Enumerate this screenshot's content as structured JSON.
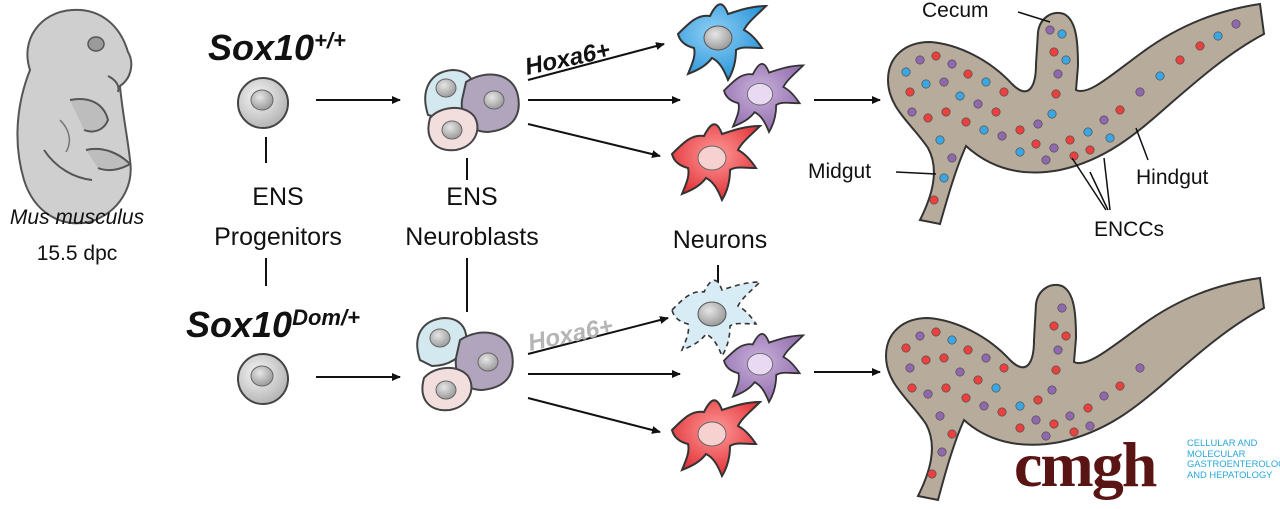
{
  "organism": {
    "species": "Mus musculus",
    "stage": "15.5 dpc"
  },
  "genotypes": {
    "wildtype": {
      "base": "Sox10",
      "sup": "+/+"
    },
    "mutant": {
      "base": "Sox10",
      "sup": "Dom/+"
    }
  },
  "stages": {
    "progenitors": [
      "ENS",
      "Progenitors"
    ],
    "neuroblasts": [
      "ENS",
      "Neuroblasts"
    ],
    "neurons": "Neurons"
  },
  "markers": {
    "wildtype": "Hoxa6+",
    "mutant": "Hoxa6+"
  },
  "gut_labels": {
    "cecum": "Cecum",
    "midgut": "Midgut",
    "hindgut": "Hindgut",
    "enccs": "ENCCs"
  },
  "colors": {
    "blue_neuron": "#2f9fe0",
    "purple_neuron": "#9a75b4",
    "red_neuron": "#e5262a",
    "faded_neuron": "#d8ecf5",
    "gut_fill": "#b7ab9c",
    "dot_red": "#e8413f",
    "dot_blue": "#3ca6e0",
    "dot_purple": "#8f68ad",
    "logo_text": "#5a1414",
    "logo_sub": "#29a7d9"
  },
  "logo": {
    "name": "cmgh",
    "lines": [
      "CELLULAR AND",
      "MOLECULAR",
      "GASTROENTEROLOGY",
      "AND HEPATOLOGY"
    ]
  }
}
